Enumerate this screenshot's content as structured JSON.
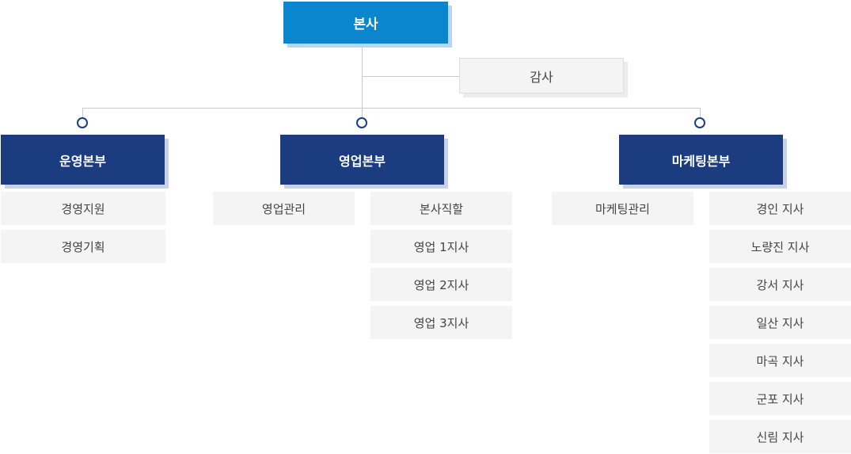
{
  "root": {
    "label": "본사"
  },
  "audit": {
    "label": "감사"
  },
  "divisions": [
    {
      "label": "운영본부",
      "sub": [
        "경영지원",
        "경영기획"
      ]
    },
    {
      "label": "영업본부",
      "sub": [
        "영업관리",
        "본사직할",
        "영업 1지사",
        "영업 2지사",
        "영업 3지사"
      ]
    },
    {
      "label": "마케팅본부",
      "sub": [
        "마케팅관리",
        "경인 지사",
        "노량진 지사",
        "강서 지사",
        "일산 지사",
        "마곡 지사",
        "군포 지사",
        "신림 지사"
      ]
    }
  ],
  "colors": {
    "root": "#0a86cf",
    "division": "#1b3d7f",
    "cell": "#f4f4f4",
    "line": "#c9c9c9"
  }
}
